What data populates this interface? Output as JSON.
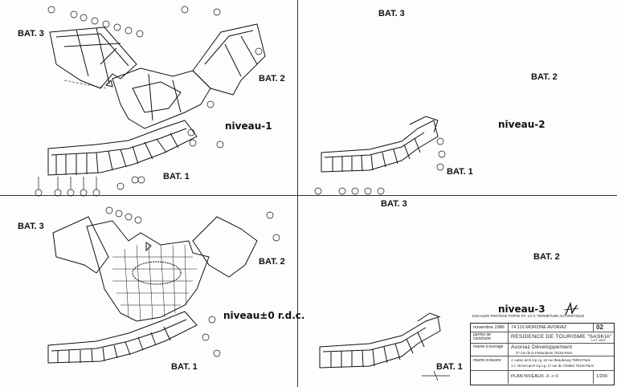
{
  "sheet": {
    "quadrants": [
      {
        "id": "q1",
        "bat3": "BAT. 3",
        "bat2": "BAT. 2",
        "bat1": "BAT. 1",
        "niveau": "niveau-1"
      },
      {
        "id": "q2",
        "bat3": "BAT. 3",
        "bat2": "BAT. 2",
        "bat1": "BAT. 1",
        "niveau": "niveau-2"
      },
      {
        "id": "q3",
        "bat3": "BAT. 3",
        "bat2": "BAT. 2",
        "bat1": "BAT. 1",
        "niveau": "niveau±0 r.d.c."
      },
      {
        "id": "q4",
        "bat3": "BAT. 3",
        "bat2": "BAT. 2",
        "bat1": "BAT. 1",
        "niveau": "niveau-3"
      }
    ]
  },
  "title_block": {
    "note": "ESCALIER PROTEGE  PORTE P.F. 1/2 h. FERMETURE AUTOMATIQUE",
    "date": "novembre 1986",
    "location": "74 110 MORZINE AVORIAZ",
    "sheet_number": "02",
    "permit_label": "permis de construire",
    "project_name": "RESIDENCE DE TOURISME \"SASKIA\"",
    "project_lot": "LOT 1002",
    "owner_label": "maître d'ouvrage",
    "owner_name": "Avoriaz Développement",
    "owner_address": "27 rue de la Faisanderie 75116 Paris",
    "architect_label": "maître d'oeuvre",
    "architect_1": "J. Labro arch d.p.l.g.  24 rue Beaubourg 75003 Paris",
    "architect_2": "J.J. Orzoni arch d.p.l.g.  17 rue de Chaillot 75116 Paris",
    "plan_label": "PLAN  NIVEAUX -3 -> 0",
    "scale": "1/200"
  }
}
